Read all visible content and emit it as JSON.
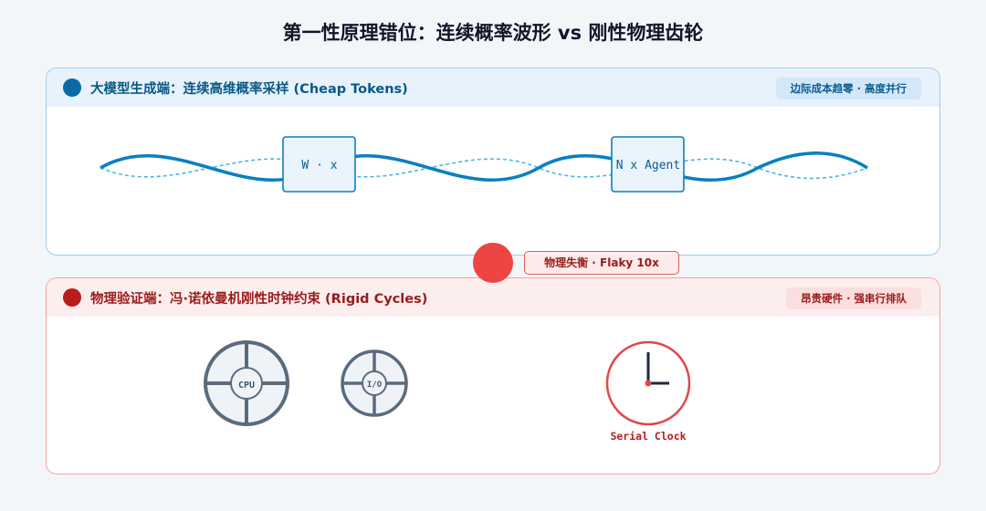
{
  "title": "第一性原理错位：连续概率波形 vs 刚性物理齿轮",
  "top_panel": {
    "icon": "wave-icon",
    "title": "大模型生成端：连续高维概率采样 (Cheap Tokens)",
    "tag": "边际成本趋零 · 高度并行",
    "nodes": [
      "W · x",
      "N x Agent"
    ],
    "color": "#0b7fc1"
  },
  "bottom_panel": {
    "icon": "gear-icon",
    "title": "物理验证端：冯·诺依曼机刚性时钟约束 (Rigid Cycles)",
    "tag": "昂贵硬件 · 强串行排队",
    "gears": [
      "CPU",
      "I/O"
    ],
    "clock_label": "Serial Clock",
    "color": "#e04848"
  },
  "imbalance": {
    "label": "物理失衡 · Flaky 10x"
  }
}
